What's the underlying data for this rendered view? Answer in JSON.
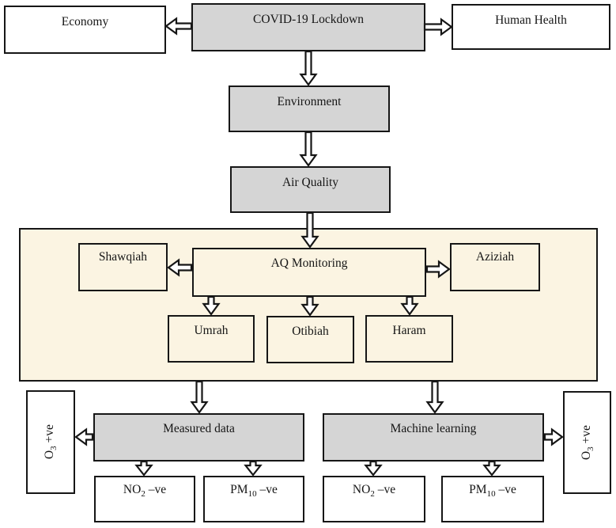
{
  "diagram": {
    "colors": {
      "node_gray": "#d5d5d5",
      "panel_cream": "#fbf4e2",
      "border": "#161616",
      "node_white": "#ffffff"
    },
    "nodes": {
      "economy": {
        "label": "Economy"
      },
      "covid": {
        "label": "COVID-19 Lockdown"
      },
      "human_health": {
        "label": "Human Health"
      },
      "environment": {
        "label": "Environment"
      },
      "air_quality": {
        "label": "Air Quality"
      },
      "shawqiah": {
        "label": "Shawqiah"
      },
      "aq_monitoring": {
        "label": "AQ Monitoring"
      },
      "aziziah": {
        "label": "Aziziah"
      },
      "umrah": {
        "label": "Umrah"
      },
      "otibiah": {
        "label": "Otibiah"
      },
      "haram": {
        "label": "Haram"
      },
      "measured_data": {
        "label": "Measured data"
      },
      "machine_learning": {
        "label": "Machine learning"
      },
      "o3_left": {
        "base": "O",
        "sub": "3",
        "rest": " +ve"
      },
      "o3_right": {
        "base": "O",
        "sub": "3",
        "rest": " +ve"
      },
      "no2_measured": {
        "base": "NO",
        "sub": "2",
        "rest": " –ve"
      },
      "pm10_measured": {
        "base": "PM",
        "sub": "10",
        "rest": " –ve"
      },
      "no2_ml": {
        "base": "NO",
        "sub": "2",
        "rest": " –ve"
      },
      "pm10_ml": {
        "base": "PM",
        "sub": "10",
        "rest": " –ve"
      }
    },
    "edges": [
      {
        "from": "covid",
        "to": "economy"
      },
      {
        "from": "covid",
        "to": "human_health"
      },
      {
        "from": "covid",
        "to": "environment"
      },
      {
        "from": "environment",
        "to": "air_quality"
      },
      {
        "from": "air_quality",
        "to": "aq_monitoring"
      },
      {
        "from": "aq_monitoring",
        "to": "shawqiah"
      },
      {
        "from": "aq_monitoring",
        "to": "aziziah"
      },
      {
        "from": "aq_monitoring",
        "to": "umrah"
      },
      {
        "from": "aq_monitoring",
        "to": "otibiah"
      },
      {
        "from": "aq_monitoring",
        "to": "haram"
      },
      {
        "from": "panel",
        "to": "measured_data"
      },
      {
        "from": "panel",
        "to": "machine_learning"
      },
      {
        "from": "measured_data",
        "to": "o3_left"
      },
      {
        "from": "machine_learning",
        "to": "o3_right"
      },
      {
        "from": "measured_data",
        "to": "no2_measured"
      },
      {
        "from": "measured_data",
        "to": "pm10_measured"
      },
      {
        "from": "machine_learning",
        "to": "no2_ml"
      },
      {
        "from": "machine_learning",
        "to": "pm10_ml"
      }
    ]
  }
}
